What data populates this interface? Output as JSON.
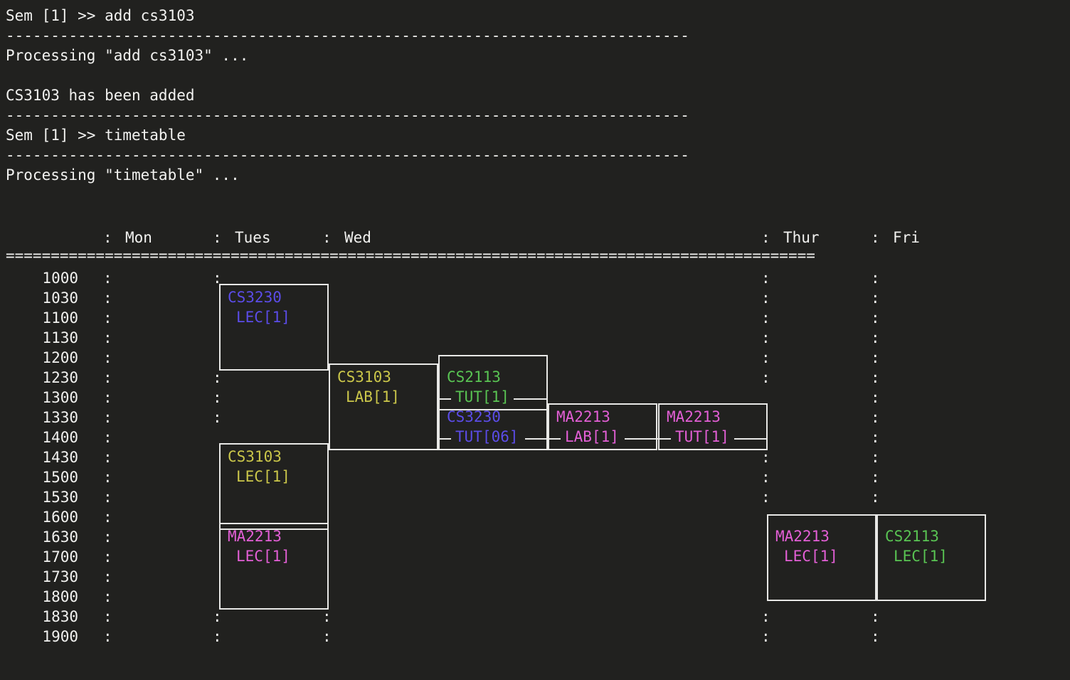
{
  "terminal": {
    "background_color": "#21211f",
    "foreground_color": "#f2f2f0",
    "console_lines": [
      "Sem [1] >> add cs3103",
      "----------------------------------------------------------------------------",
      "Processing \"add cs3103\" ...",
      "",
      "CS3103 has been added",
      "----------------------------------------------------------------------------",
      "Sem [1] >> timetable",
      "----------------------------------------------------------------------------",
      "Processing \"timetable\" ..."
    ],
    "prompt": "Sem [1] >>",
    "commands": [
      "add cs3103",
      "timetable"
    ],
    "messages": [
      "Processing \"add cs3103\" ...",
      "CS3103 has been added",
      "Processing \"timetable\" ..."
    ]
  },
  "timetable": {
    "days": [
      "Mon",
      "Tues",
      "Wed",
      "Thur",
      "Fri"
    ],
    "day_separator_char": ":",
    "header_rule": "==========================================================================================",
    "times": [
      "1000",
      "1030",
      "1100",
      "1130",
      "1200",
      "1230",
      "1300",
      "1330",
      "1400",
      "1430",
      "1500",
      "1530",
      "1600",
      "1630",
      "1700",
      "1730",
      "1800",
      "1830",
      "1900"
    ],
    "module_colors": {
      "CS3230": "#5b4ce8",
      "CS3103": "#cbc74a",
      "CS2113": "#59c453",
      "MA2213": "#e35fd6"
    },
    "events": [
      {
        "module": "CS3230",
        "slot": "LEC[1]",
        "day": "Tues",
        "start": "1030",
        "end": "1200",
        "color": "#5b4ce8"
      },
      {
        "module": "CS3103",
        "slot": "LAB[1]",
        "day": "Wed",
        "start": "1230",
        "end": "1400",
        "color": "#cbc74a"
      },
      {
        "module": "CS2113",
        "slot": "TUT[1]",
        "day": "Wed",
        "start": "1230",
        "end": "1300",
        "color": "#59c453"
      },
      {
        "module": "CS3230",
        "slot": "TUT[06]",
        "day": "Wed",
        "start": "1330",
        "end": "1400",
        "color": "#5b4ce8"
      },
      {
        "module": "MA2213",
        "slot": "LAB[1]",
        "day": "Wed",
        "start": "1330",
        "end": "1400",
        "color": "#e35fd6"
      },
      {
        "module": "MA2213",
        "slot": "TUT[1]",
        "day": "Thur",
        "start": "1330",
        "end": "1400",
        "color": "#e35fd6"
      },
      {
        "module": "CS3103",
        "slot": "LEC[1]",
        "day": "Tues",
        "start": "1430",
        "end": "1600",
        "color": "#cbc74a"
      },
      {
        "module": "MA2213",
        "slot": "LEC[1]",
        "day": "Tues",
        "start": "1630",
        "end": "1800",
        "color": "#e35fd6"
      },
      {
        "module": "MA2213",
        "slot": "LEC[1]",
        "day": "Thur",
        "start": "1630",
        "end": "1800",
        "color": "#e35fd6"
      },
      {
        "module": "CS2113",
        "slot": "LEC[1]",
        "day": "Fri",
        "start": "1630",
        "end": "1800",
        "color": "#59c453"
      }
    ]
  }
}
